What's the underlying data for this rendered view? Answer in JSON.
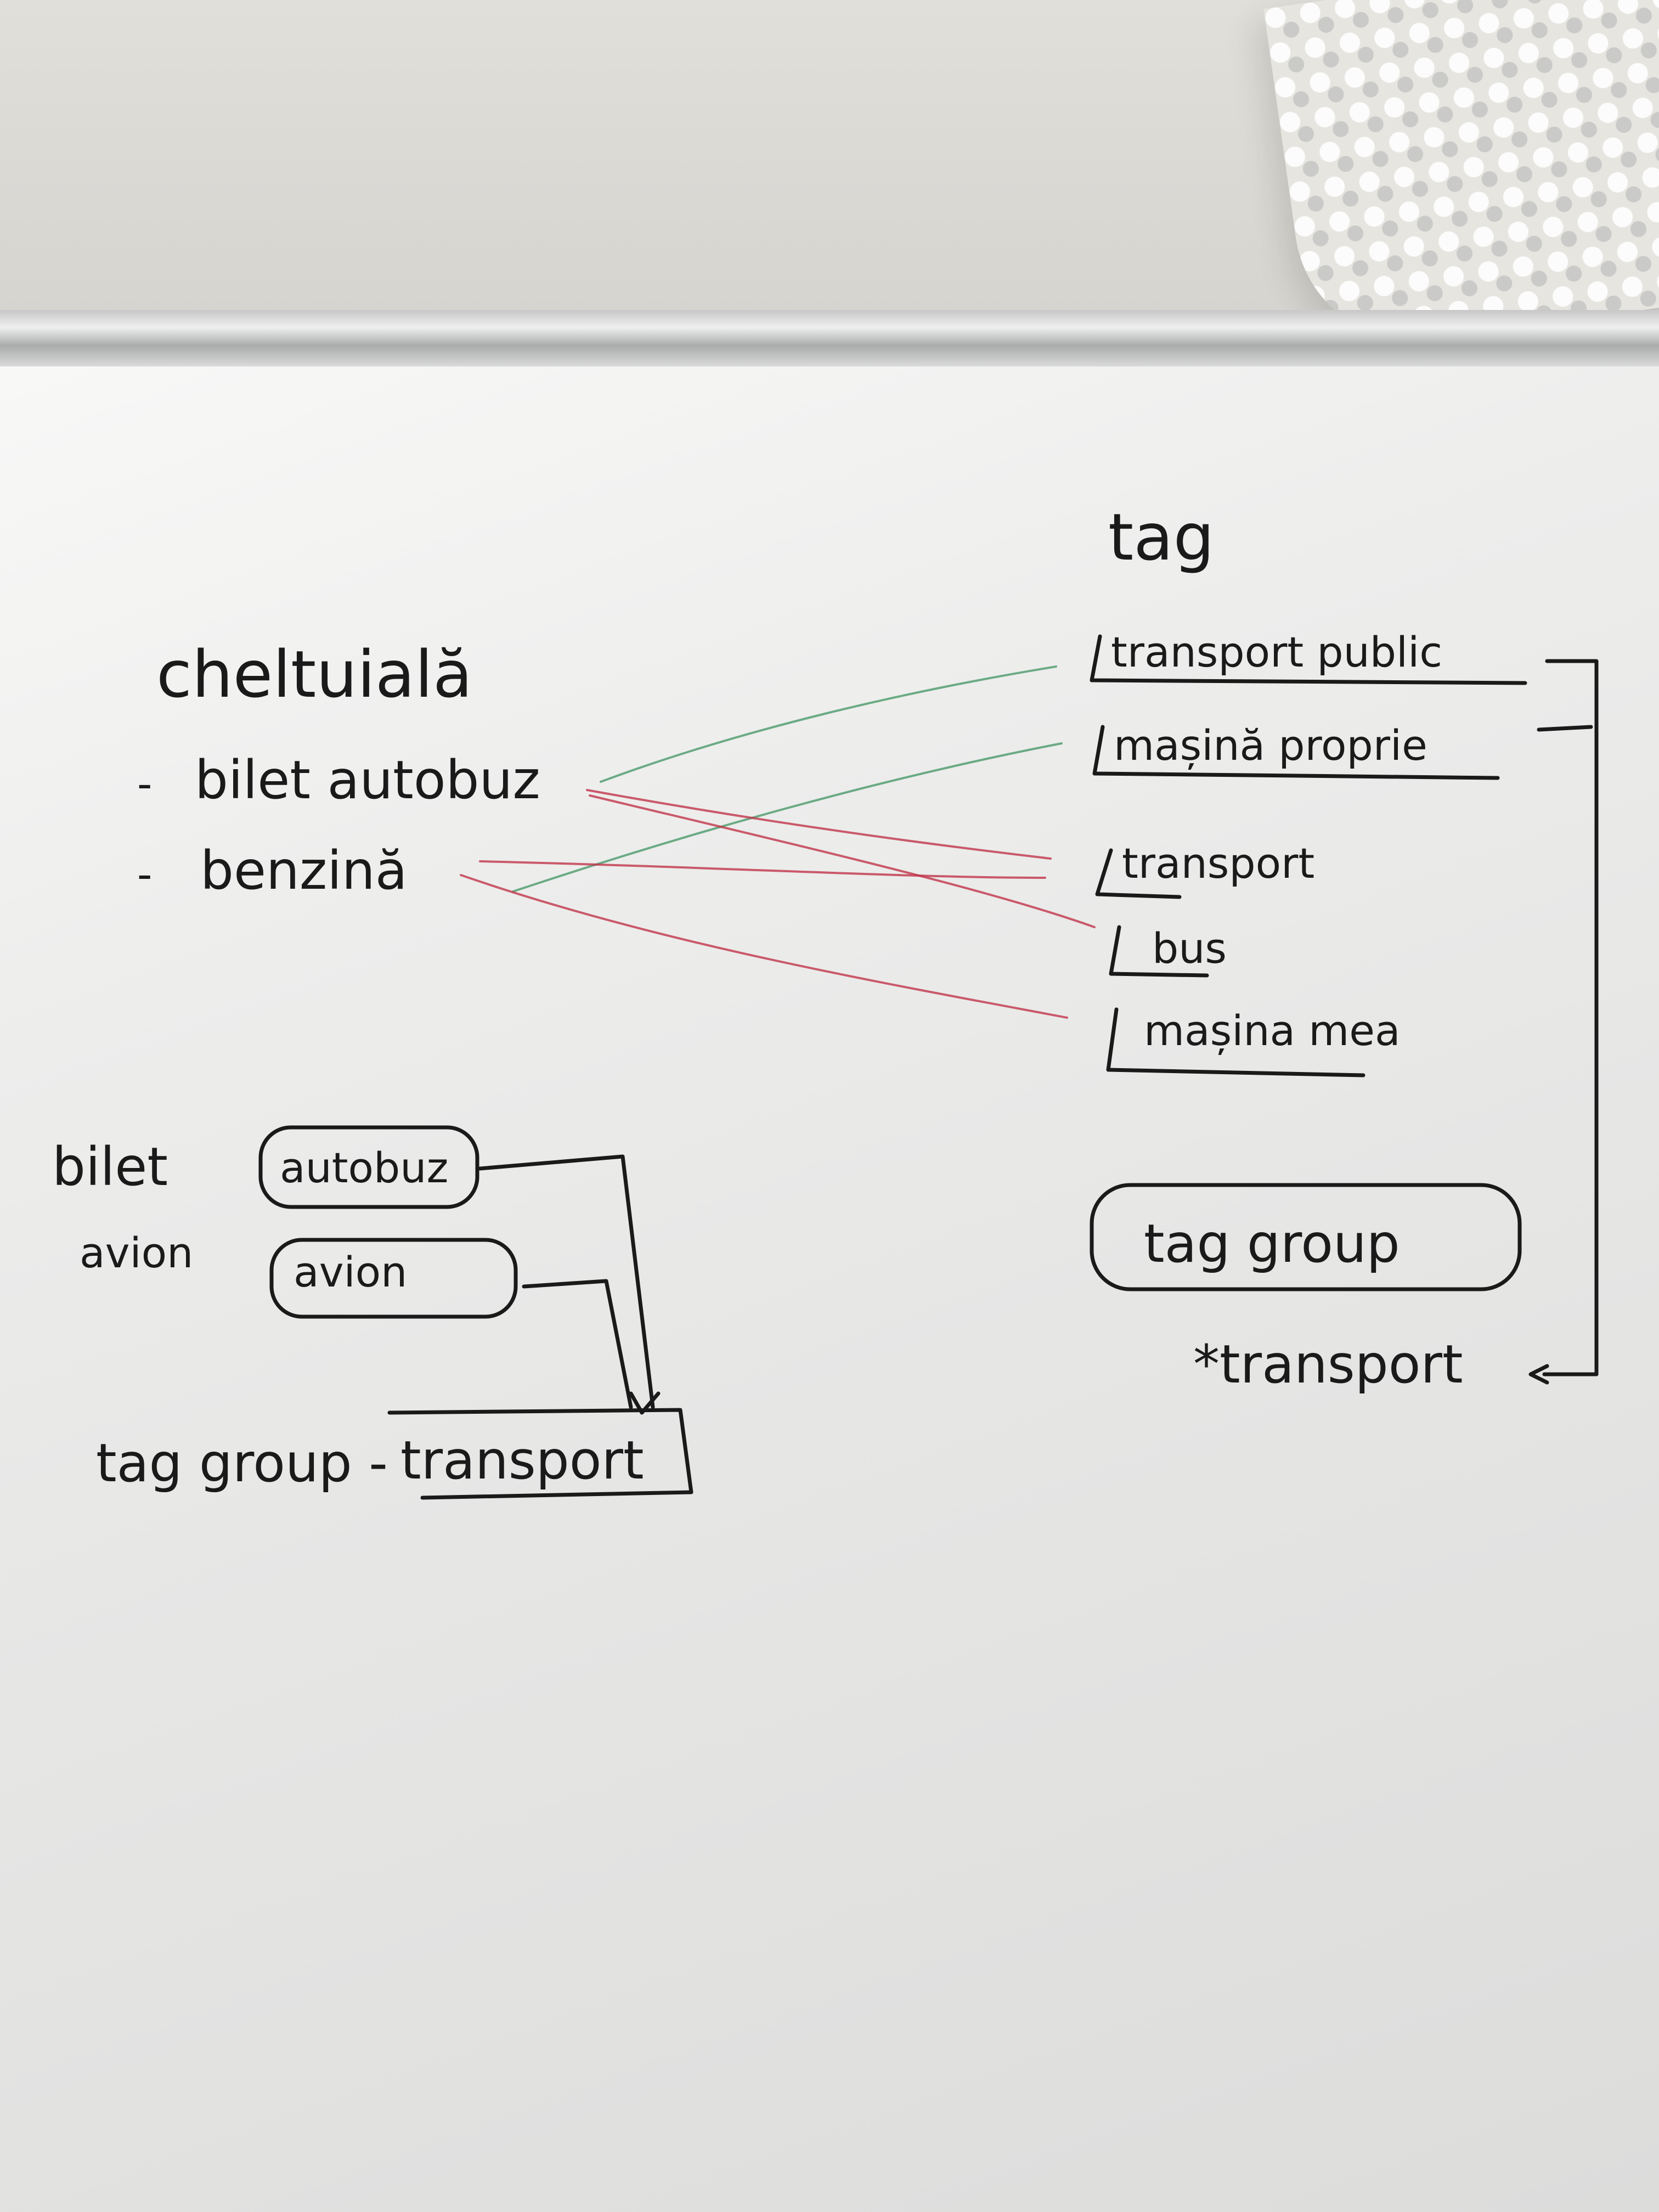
{
  "diagram": {
    "expense_list": {
      "heading": "cheltuială",
      "items": [
        {
          "label": "bilet autobuz"
        },
        {
          "label": "benzină"
        }
      ]
    },
    "tag_list": {
      "heading": "tag",
      "items": [
        {
          "label": "transport public"
        },
        {
          "label": "mașină proprie"
        },
        {
          "label": "transport"
        },
        {
          "label": "bus"
        },
        {
          "label": "mașina mea"
        }
      ]
    },
    "tag_group_box": {
      "label": "tag group",
      "note": "*transport"
    },
    "bottom_left": {
      "rows": [
        {
          "word": "bilet",
          "tag": "autobuz"
        },
        {
          "word": "avion",
          "tag": "avion"
        }
      ],
      "group_prefix": "tag group -",
      "group_value": "transport"
    },
    "colors": {
      "ink": "#1a1a1a",
      "marker_red": "#c0344a",
      "marker_green": "#4a9a6a",
      "board": "#ececeb"
    }
  }
}
